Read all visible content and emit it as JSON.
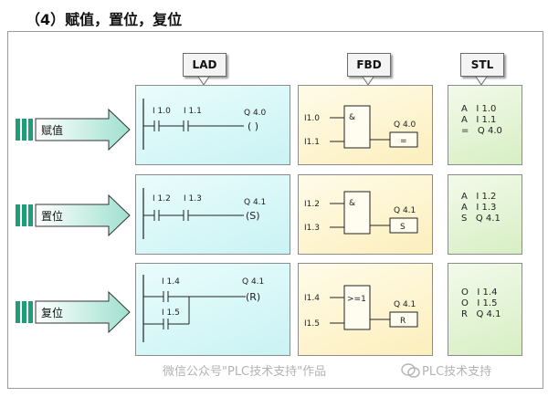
{
  "title": "（4）赋值，置位，复位",
  "headers": {
    "lad": "LAD",
    "fbd": "FBD",
    "stl": "STL"
  },
  "rows": [
    {
      "label": "赋值",
      "lad": {
        "c1": "I 1.0",
        "c2": "I 1.1",
        "out": "Q 4.0",
        "coil": "( )"
      },
      "fbd": {
        "in1": "I1.0",
        "in2": "I1.1",
        "op": "&",
        "out": "Q 4.0",
        "func": "="
      },
      "stl": [
        "A   I 1.0",
        "A   I 1.1",
        "=   Q 4.0"
      ]
    },
    {
      "label": "置位",
      "lad": {
        "c1": "I 1.2",
        "c2": "I 1.3",
        "out": "Q 4.1",
        "coil": "(S)"
      },
      "fbd": {
        "in1": "I1.2",
        "in2": "I1.3",
        "op": "&",
        "out": "Q 4.1",
        "func": "S"
      },
      "stl": [
        "A   I 1.2",
        "A   I 1.3",
        "S   Q 4.1"
      ]
    },
    {
      "label": "复位",
      "lad": {
        "c1": "I 1.4",
        "c2": "I 1.5",
        "out": "Q 4.1",
        "coil": "(R)"
      },
      "fbd": {
        "in1": "I1.4",
        "in2": "I1.5",
        "op": ">=1",
        "out": "Q 4.1",
        "func": "R"
      },
      "stl": [
        "O   I 1.4",
        "O   I 1.5",
        "R   Q 4.1"
      ]
    }
  ],
  "watermark": {
    "left": "微信公众号\"PLC技术支持\"作品",
    "right": "PLC技术支持"
  }
}
